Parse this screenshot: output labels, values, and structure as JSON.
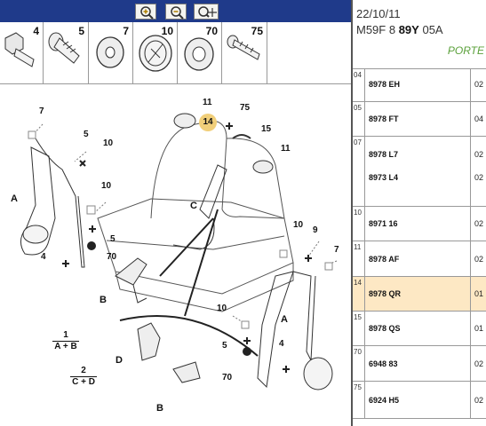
{
  "toolbar": {
    "zoom_in_icon": "magnifier-plus-icon",
    "zoom_out_icon": "magnifier-minus-icon",
    "pan_icon": "magnifier-move-icon",
    "bar_color": "#1f3a8a"
  },
  "hardware": [
    {
      "num": "4",
      "icon": "bolt-icon"
    },
    {
      "num": "5",
      "icon": "anchor-bolt-icon"
    },
    {
      "num": "7",
      "icon": "washer-icon"
    },
    {
      "num": "10",
      "icon": "plug-cap-icon"
    },
    {
      "num": "70",
      "icon": "flat-washer-icon"
    },
    {
      "num": "75",
      "icon": "screw-icon"
    }
  ],
  "drawing": {
    "callouts": [
      "7",
      "5",
      "10",
      "10",
      "5",
      "70",
      "4",
      "11",
      "14",
      "75",
      "15",
      "11",
      "10",
      "9",
      "7",
      "10",
      "5",
      "4",
      "70"
    ],
    "letters": [
      "A",
      "C",
      "B",
      "A",
      "D",
      "B"
    ],
    "legend": {
      "one": "1",
      "one_formula": "A + B",
      "two": "2",
      "two_formula": "C + D"
    },
    "highlight_color": "#f1cf7a"
  },
  "panel": {
    "date": "22/10/11",
    "ref_prefix": "M59F 8",
    "ref_bold": "89Y",
    "ref_suffix": "05A",
    "porte": "PORTE",
    "rows": [
      {
        "idx": "04",
        "refs": [
          "8978 EH"
        ],
        "qtys": [
          "02"
        ]
      },
      {
        "idx": "05",
        "refs": [
          "8978 FT"
        ],
        "qtys": [
          "04"
        ]
      },
      {
        "idx": "07",
        "refs": [
          "8978 L7",
          "8973 L4"
        ],
        "qtys": [
          "02",
          "02"
        ]
      },
      {
        "idx": "10",
        "refs": [
          "8971 16"
        ],
        "qtys": [
          "02"
        ]
      },
      {
        "idx": "11",
        "refs": [
          "8978 AF"
        ],
        "qtys": [
          "02"
        ]
      },
      {
        "idx": "14",
        "refs": [
          "8978 QR"
        ],
        "qtys": [
          "01"
        ],
        "selected": true
      },
      {
        "idx": "15",
        "refs": [
          "8978 QS"
        ],
        "qtys": [
          "01"
        ]
      },
      {
        "idx": "70",
        "refs": [
          "6948 83"
        ],
        "qtys": [
          "02"
        ]
      },
      {
        "idx": "75",
        "refs": [
          "6924 H5"
        ],
        "qtys": [
          "02"
        ]
      }
    ],
    "selected_color": "#fde8c4"
  }
}
